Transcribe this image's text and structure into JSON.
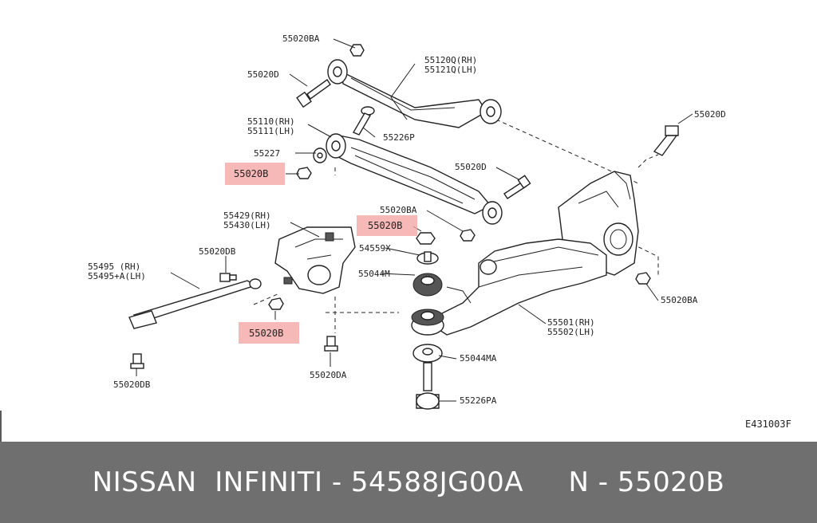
{
  "figure_code": "E431003F",
  "labels": {
    "l_55020BA_top": "55020BA",
    "l_55020D_top": "55020D",
    "l_55120Q": "55120Q(RH)",
    "l_55121Q": "55121Q(LH)",
    "l_55110": "55110(RH)",
    "l_55111": "55111(LH)",
    "l_55226P": "55226P",
    "l_55227": "55227",
    "l_55020D_mid": "55020D",
    "l_55020D_right": "55020D",
    "l_55020BA_mid": "55020BA",
    "l_55429": "55429(RH)",
    "l_55430": "55430(LH)",
    "l_54559X": "54559X",
    "l_55044M": "55044M",
    "l_55495": "55495   (RH)",
    "l_55495A": "55495+A(LH)",
    "l_55020DB_top": "55020DB",
    "l_55020DB_bottom": "55020DB",
    "l_55020DA": "55020DA",
    "l_55501": "55501(RH)",
    "l_55502": "55502(LH)",
    "l_55044MA": "55044MA",
    "l_55226PA": "55226PA",
    "l_55020BA_right": "55020BA"
  },
  "highlighted": {
    "h1": "55020B",
    "h2": "55020B",
    "h3": "55020B"
  },
  "highlight_color": "#f4a0a0",
  "footer": {
    "text": "NISSAN  INFINITI - 54588JG00A     N - 55020B"
  }
}
